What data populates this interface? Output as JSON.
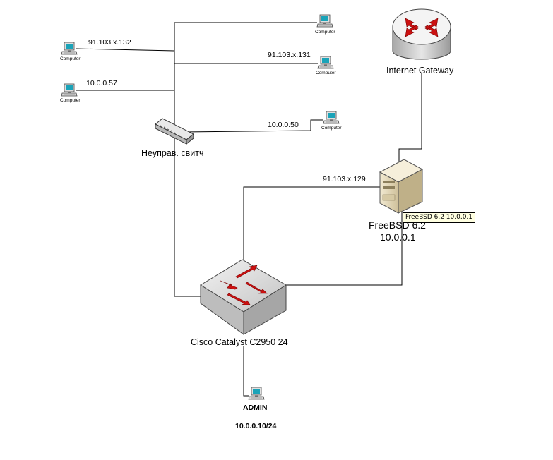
{
  "diagram": {
    "computer_label": "Computer",
    "computers": [
      {
        "id": "pc-left-1",
        "ip": "91.103.x.132"
      },
      {
        "id": "pc-left-2",
        "ip": "10.0.0.57"
      },
      {
        "id": "pc-top-right",
        "ip": ""
      },
      {
        "id": "pc-right-2",
        "ip": "91.103.x.131"
      },
      {
        "id": "pc-right-3",
        "ip": "10.0.0.50"
      }
    ],
    "unmanaged_switch_label": "Неуправ. свитч",
    "internet_gateway_label": "Internet Gateway",
    "server": {
      "ip_wan": "91.103.x.129",
      "name": "FreeBSD 6.2",
      "ip_lan": "10.0.0.1",
      "tooltip": "FreeBSD 6.2 10.0.0.1"
    },
    "cisco_switch_label": "Cisco Catalyst C2950 24",
    "admin": {
      "label": "ADMIN",
      "ip": "10.0.0.10/24"
    },
    "colors": {
      "line": "#000000",
      "arrow_red": "#cc1111",
      "device_gray": "#d0d0d0",
      "monitor_screen": "#1aa3b8",
      "server_beige": "#e8dcb8",
      "tooltip_bg": "#ffffe1"
    }
  }
}
